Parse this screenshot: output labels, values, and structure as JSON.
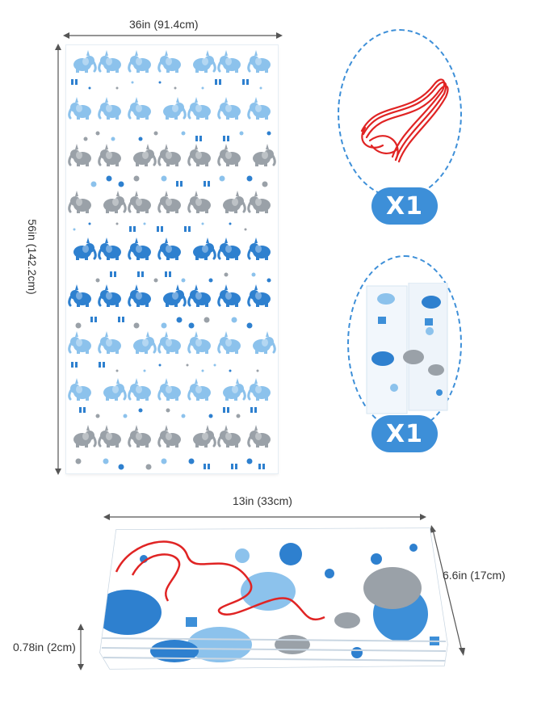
{
  "tablecloth": {
    "width_label": "36in (91.4cm)",
    "height_label": "56in (142.2cm)"
  },
  "accessories": [
    {
      "name": "red-string",
      "badge": "X1"
    },
    {
      "name": "folded-cloth",
      "badge": "X1"
    }
  ],
  "package": {
    "width_label": "13in (33cm)",
    "height_label": "6.6in (17cm)",
    "thickness_label": "0.78in (2cm)"
  },
  "colors": {
    "elephant_blue": "#2e80cf",
    "elephant_light_blue": "#8cc2ec",
    "elephant_gray": "#9aa1a8",
    "accent_blue": "#3d8fd8",
    "string_red": "#e02424"
  }
}
